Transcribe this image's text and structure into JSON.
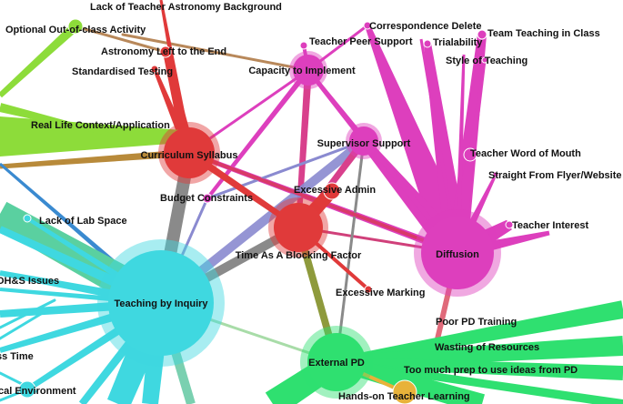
{
  "colors": {
    "teaching_by_inquiry": "#3fd8e0",
    "diffusion": "#dd3fbd",
    "external_pd": "#2fe070",
    "red_cluster": "#e03a3a",
    "green_cluster": "#8ddc3a",
    "hands_on": "#e8b23a",
    "edge_grey": "#8a8a8a",
    "edge_olive": "#8e9a3c",
    "edge_slate": "#8a8ad0",
    "edge_tan": "#b8885a"
  },
  "nodes": {
    "teaching_by_inquiry": "Teaching by Inquiry",
    "diffusion": "Diffusion",
    "external_pd": "External PD",
    "curriculum_syllabus": "Curriculum Syllabus",
    "time_blocking": "Time As A Blocking Factor",
    "capacity": "Capacity to Implement",
    "supervisor_support": "Supervisor Support",
    "excessive_admin": "Excessive Admin",
    "excessive_marking": "Excessive Marking",
    "budget_constraints": "Budget Constraints",
    "lack_astronomy_bg": "Lack of Teacher Astronomy Background",
    "optional_activity": "Optional Out-of-class Activity",
    "astronomy_left": "Astronomy Left to the End",
    "standardised_testing": "Standardised Testing",
    "real_life_context": "Real Life Context/Application",
    "lack_lab_space": "Lack of Lab Space",
    "ohs_issues": "OH&S Issues",
    "ss_time": "ss Time",
    "cal_environment": "cal Environment",
    "teacher_peer_support": "Teacher Peer Support",
    "correspondence_delete": "Correspondence Delete",
    "trialability": "Trialability",
    "team_teaching": "Team Teaching in Class",
    "style_of_teaching": "Style of Teaching",
    "teacher_word_of_mouth": "Teacher Word of Mouth",
    "straight_from_flyer": "Straight From Flyer/Website",
    "teacher_interest": "Teacher Interest",
    "poor_pd_training": "Poor PD Training",
    "wasting_resources": "Wasting of Resources",
    "too_much_prep": "Too much prep to use ideas from PD",
    "hands_on_learning": "Hands-on Teacher Learning"
  }
}
